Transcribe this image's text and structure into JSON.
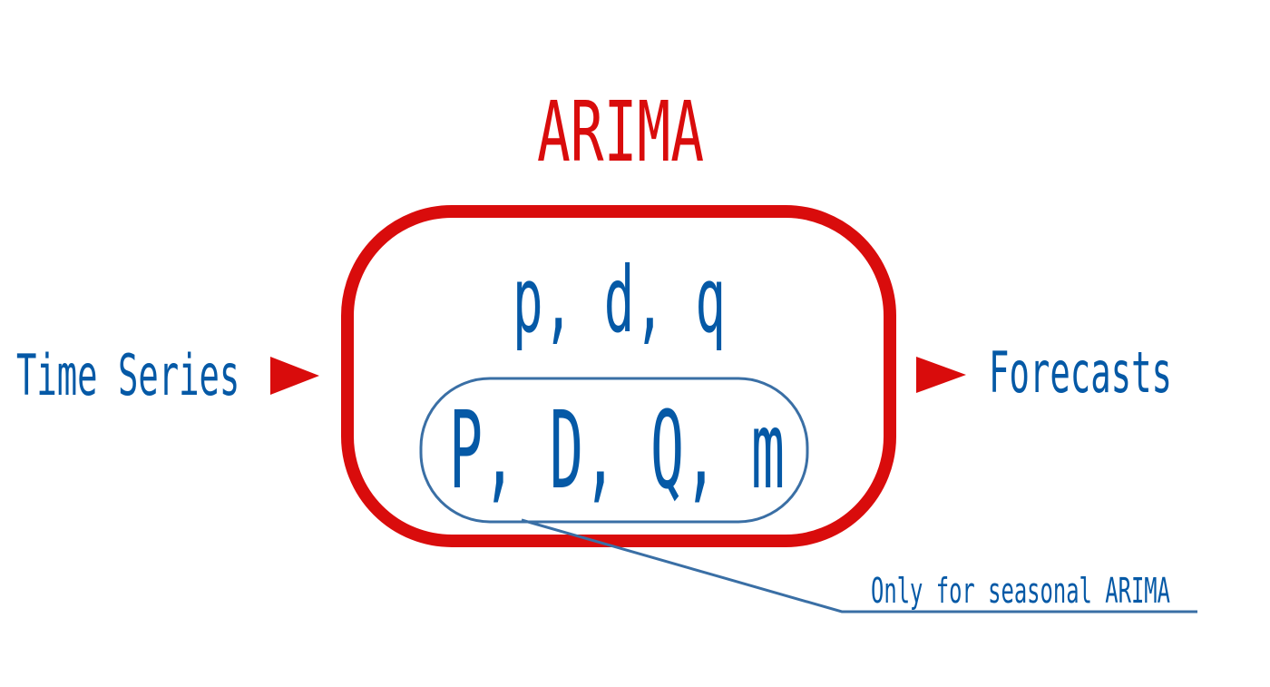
{
  "title": "ARIMA",
  "params": "p, d, q",
  "seasonal_params": "P, D, Q, m",
  "input_label": "Time Series",
  "output_label": "Forecasts",
  "callout": "Only for seasonal ARIMA",
  "colors": {
    "red": "#d90c0c",
    "blue": "#0559a6",
    "outline_blue": "#3a6fa5"
  }
}
